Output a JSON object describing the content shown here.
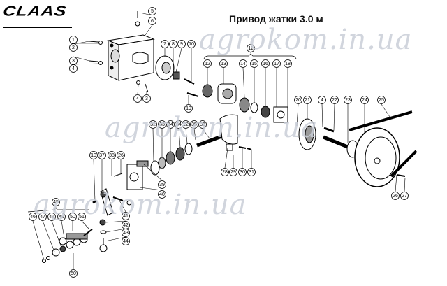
{
  "logo": "CLAAS",
  "title": "Привод жатки 3.0 м",
  "watermarks": [
    "agrokom.in.ua",
    "agrokom.in.ua",
    "agrokom.in.ua"
  ],
  "callouts": [
    "5",
    "6",
    "1",
    "2",
    "3",
    "4",
    "7",
    "8",
    "9",
    "10",
    "12",
    "13",
    "4",
    "3",
    "19",
    "32",
    "33",
    "14",
    "34",
    "22",
    "35",
    "36",
    "11",
    "14",
    "15",
    "16",
    "17",
    "18",
    "20",
    "21",
    "4",
    "22",
    "23",
    "24",
    "25",
    "10",
    "37",
    "38",
    "26",
    "39",
    "40",
    "41",
    "42",
    "43",
    "44",
    "45",
    "46",
    "47",
    "48",
    "49",
    "50",
    "51",
    "50",
    "28",
    "29",
    "30",
    "31",
    "26",
    "27"
  ]
}
